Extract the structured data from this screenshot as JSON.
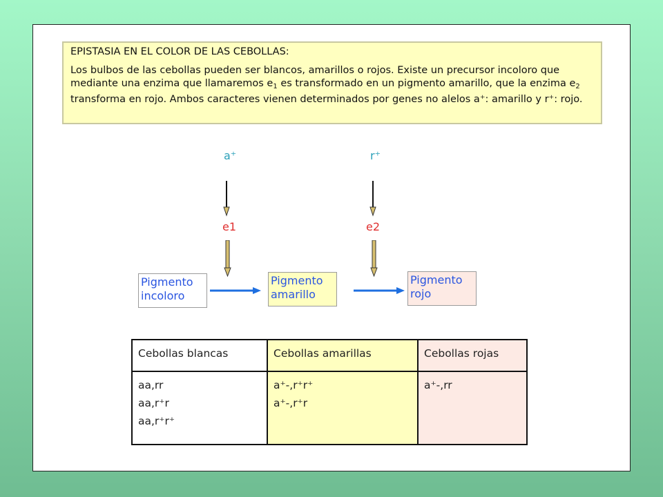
{
  "intro": {
    "title": "EPISTASIA EN EL COLOR DE LAS CEBOLLAS:",
    "p1": "Los bulbos de las cebollas pueden ser blancos, amarillos o rojos. Existe un precursor incoloro que mediante una enzima que llamaremos e",
    "sub1": "1",
    "p2": " es transformado en un pigmento amarillo, que la enzima e",
    "sub2": "2",
    "p3": " transforma en rojo. Ambos caracteres vienen determinados por genes no alelos a⁺: amarillo y r⁺: rojo."
  },
  "pathway": {
    "gene_a": "a⁺",
    "gene_r": "r⁺",
    "enzyme_1": "e1",
    "enzyme_2": "e2",
    "boxes": [
      {
        "line1": "Pigmento",
        "line2": "incoloro",
        "bg": "#ffffff"
      },
      {
        "line1": "Pigmento",
        "line2": "amarillo",
        "bg": "#ffffc0"
      },
      {
        "line1": "Pigmento",
        "line2": "rojo",
        "bg": "#fdeae4"
      }
    ]
  },
  "table": {
    "headers": [
      "Cebollas blancas",
      "Cebollas amarillas",
      "Cebollas rojas"
    ],
    "cells": [
      [
        "aa,rr",
        "aa,r⁺r",
        "aa,r⁺r⁺"
      ],
      [
        "a⁺-,r⁺r⁺",
        "a⁺-,r⁺r"
      ],
      [
        "a⁺-,rr"
      ]
    ]
  },
  "colors": {
    "gene": "#2aa0b8",
    "enzyme": "#e03030",
    "pigment_text": "#2a55e0",
    "arrow_blue": "#1e6fe0"
  }
}
